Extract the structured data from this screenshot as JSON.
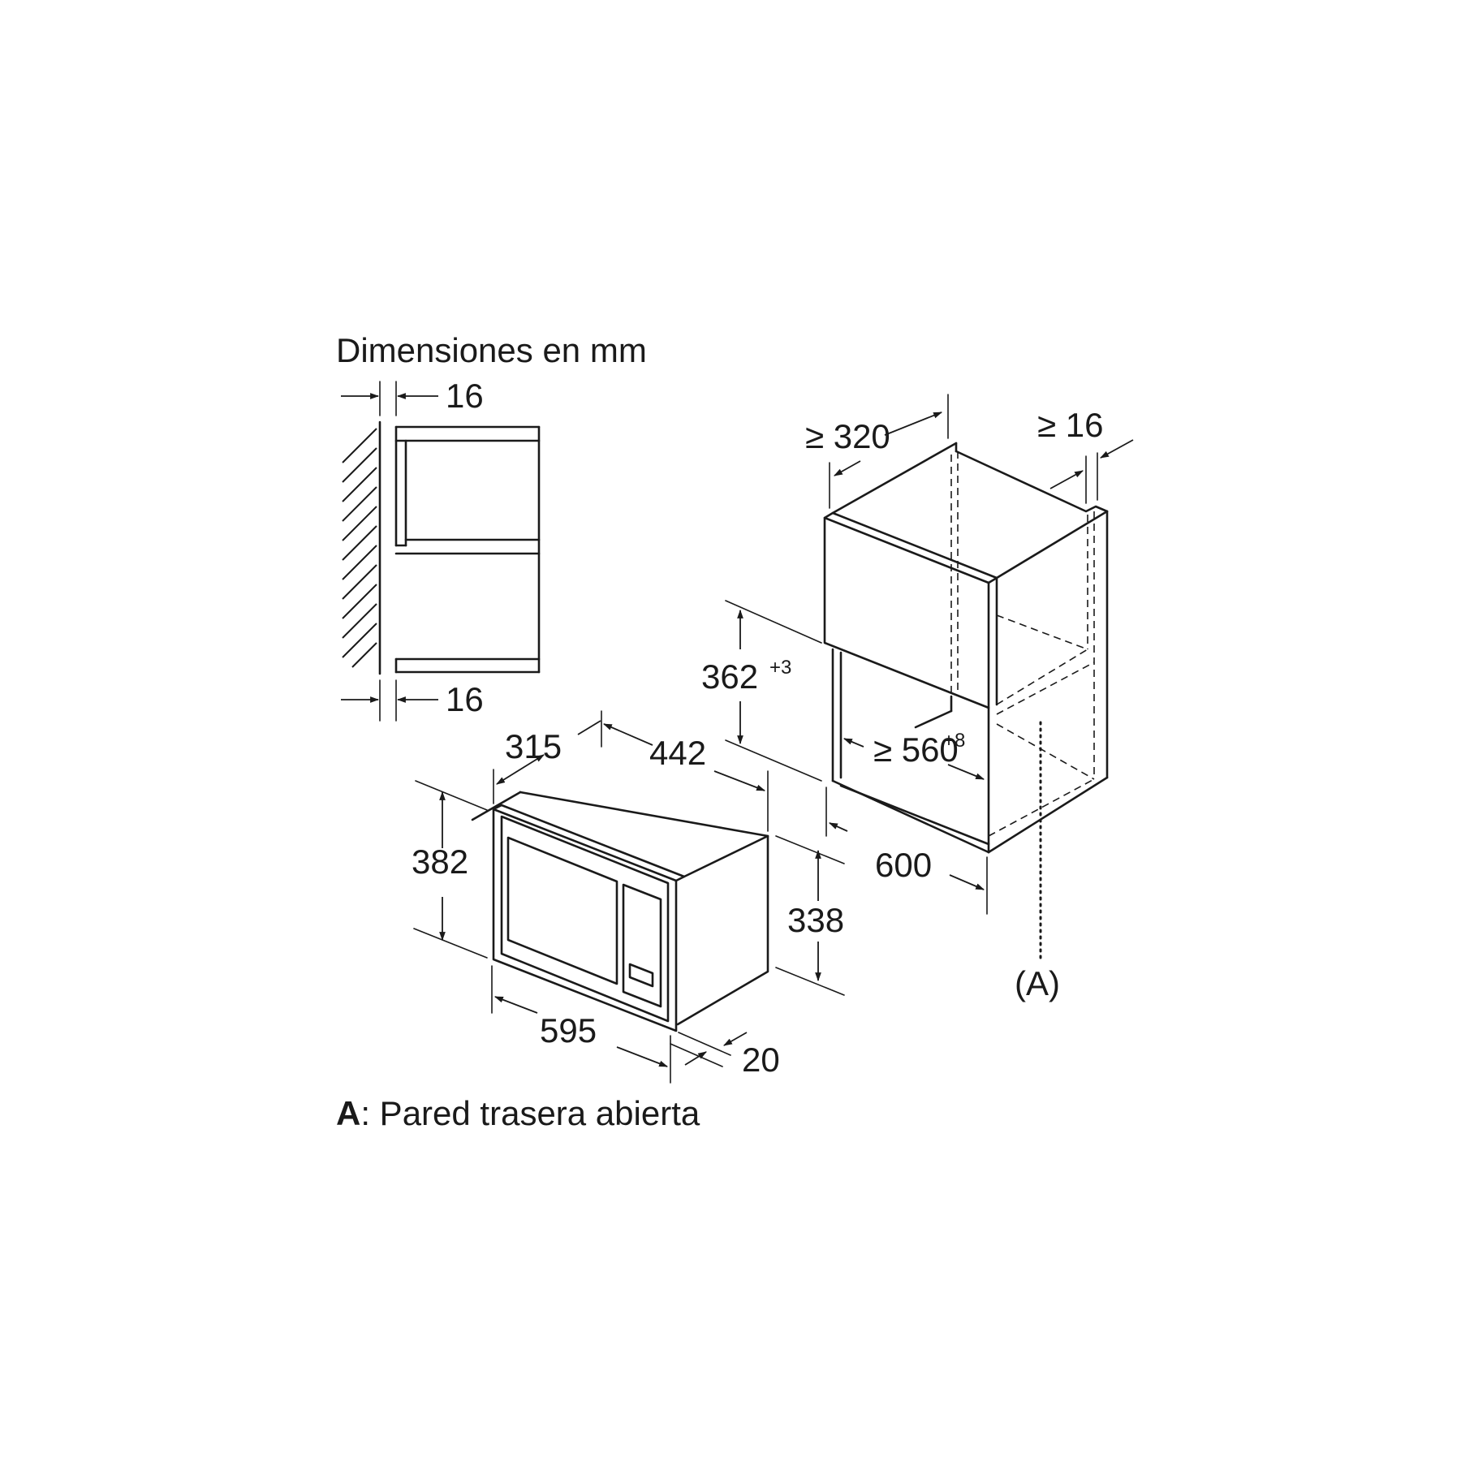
{
  "title": "Dimensiones en mm",
  "side_view": {
    "top_dim": "16",
    "bottom_dim": "16"
  },
  "appliance": {
    "depth": "315",
    "width_body": "442",
    "front_height": "382",
    "body_height": "338",
    "front_width": "595",
    "frame_depth": "20"
  },
  "cabinet": {
    "depth": "≥ 320",
    "side_wall": "≥ 16",
    "niche_height": "362",
    "niche_height_tol": "+3",
    "niche_width": "≥ 560",
    "niche_width_tol": "+8",
    "cabinet_width": "600",
    "callout": "(A)"
  },
  "legend": {
    "key": "A",
    "text": ": Pared trasera abierta"
  },
  "colors": {
    "ink": "#1a1a1a",
    "background": "#ffffff"
  }
}
